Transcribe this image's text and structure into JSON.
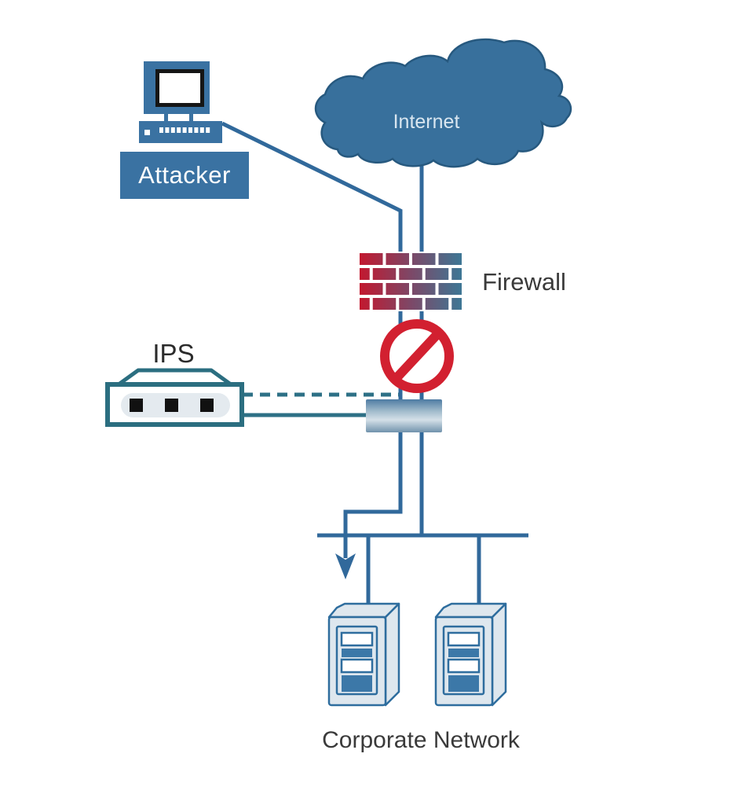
{
  "labels": {
    "attacker": "Attacker",
    "internet": "Internet",
    "ips": "IPS",
    "firewall": "Firewall",
    "corporate_network": "Corporate Network"
  },
  "colors": {
    "background": "#FFFFFF",
    "line_blue": "#31699B",
    "device_blue": "#3A72A2",
    "cloud_fill": "#38709C",
    "cloud_outline": "#27597F",
    "ips_teal": "#2B6E80",
    "ips_link_teal": "#2D7086",
    "prohibition_red": "#D22030",
    "firewall_red": "#C2182F",
    "firewall_purple": "#7D4867",
    "firewall_blue": "#3E7795",
    "switch_top": "#4E7BA3",
    "switch_light": "#D4E0E8",
    "server_fill": "#DEE7EE",
    "server_outline": "#2E6D9E",
    "server_accent": "#3C78A8",
    "label_dark": "#3A3A3A",
    "label_on_blue": "#FFFFFF"
  },
  "nodes": [
    {
      "id": "attacker",
      "label": "Attacker",
      "type": "computer"
    },
    {
      "id": "internet",
      "label": "Internet",
      "type": "cloud"
    },
    {
      "id": "firewall",
      "label": "Firewall",
      "type": "firewall-brick-wall"
    },
    {
      "id": "blocked",
      "label": "",
      "type": "prohibition-sign"
    },
    {
      "id": "ips",
      "label": "IPS",
      "type": "ips-appliance"
    },
    {
      "id": "switch",
      "label": "",
      "type": "network-switch"
    },
    {
      "id": "server-1",
      "label": "",
      "type": "server"
    },
    {
      "id": "server-2",
      "label": "",
      "type": "server"
    },
    {
      "id": "corporate-network",
      "label": "Corporate Network",
      "type": "group-caption"
    }
  ],
  "edges": [
    {
      "from": "attacker",
      "to": "firewall",
      "style": "solid"
    },
    {
      "from": "internet",
      "to": "firewall",
      "style": "solid"
    },
    {
      "from": "firewall",
      "to": "switch",
      "style": "solid",
      "through": "blocked"
    },
    {
      "from": "ips",
      "to": "switch",
      "style": "dashed"
    },
    {
      "from": "ips",
      "to": "switch",
      "style": "solid"
    },
    {
      "from": "switch",
      "to": "server-1",
      "style": "solid"
    },
    {
      "from": "switch",
      "to": "server-2",
      "style": "solid"
    },
    {
      "from": "attacker-path",
      "to": "corporate-network",
      "style": "blocked-arrow"
    }
  ]
}
